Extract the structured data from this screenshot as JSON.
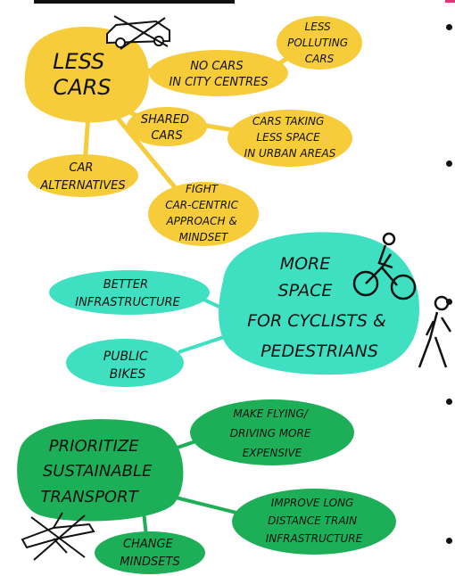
{
  "colors": {
    "yellow": "#f7cc3a",
    "mint": "#3ee0c1",
    "green": "#1caf58",
    "ink": "#111111",
    "accent": "#e4357a"
  },
  "clusters": {
    "less_cars": {
      "main": [
        "LESS",
        "CARS"
      ],
      "no_cars": [
        "NO CARS",
        "IN CITY CENTRES"
      ],
      "less_polluting": [
        "LESS",
        "POLLUTING",
        "CARS"
      ],
      "shared_cars": [
        "SHARED",
        "CARS"
      ],
      "less_space": [
        "CARS TAKING",
        "LESS SPACE",
        "IN URBAN AREAS"
      ],
      "car_alternatives": [
        "CAR",
        "ALTERNATIVES"
      ],
      "fight": [
        "FIGHT",
        "CAR-CENTRIC",
        "APPROACH &",
        "MINDSET"
      ]
    },
    "more_space": {
      "main": [
        "MORE",
        "SPACE",
        "FOR CYCLISTS &",
        "PEDESTRIANS"
      ],
      "better_infra": [
        "BETTER",
        "INFRASTRUCTURE"
      ],
      "public_bikes": [
        "PUBLIC",
        "BIKES"
      ]
    },
    "sustainable": {
      "main": [
        "PRIORITIZE",
        "SUSTAINABLE",
        "TRANSPORT"
      ],
      "flying": [
        "MAKE FLYING/",
        "DRIVING MORE",
        "EXPENSIVE"
      ],
      "train": [
        "IMPROVE LONG",
        "DISTANCE TRAIN",
        "INFRASTRUCTURE"
      ],
      "mindsets": [
        "CHANGE",
        "MINDSETS"
      ]
    }
  },
  "icons": [
    "crossed-out-car-icon",
    "cyclist-icon",
    "pedestrian-icon",
    "crossed-out-plane-icon"
  ]
}
